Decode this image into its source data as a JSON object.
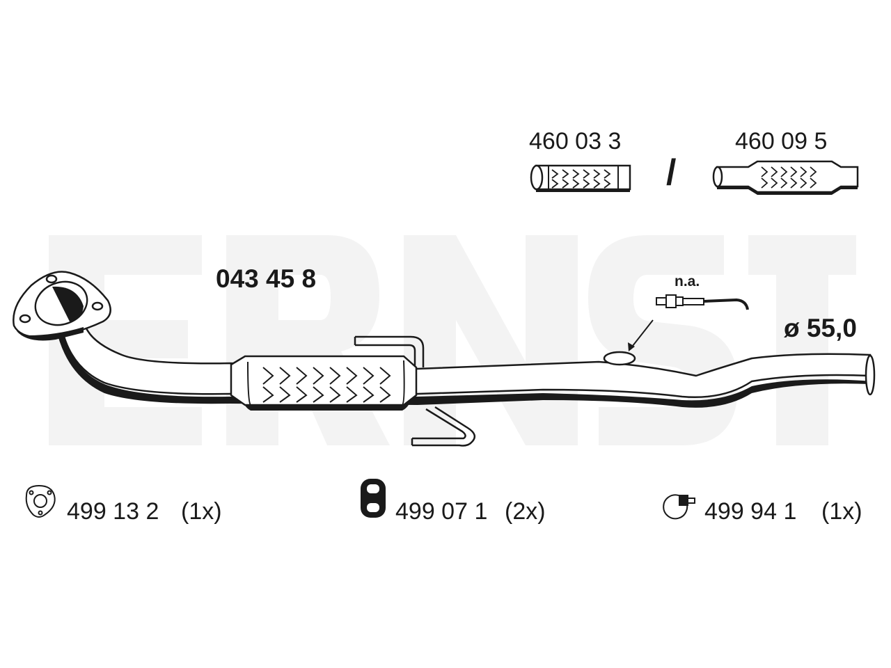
{
  "brand_watermark": "ERNST",
  "part_number": "043 45 8",
  "diameter": "ø 55,0",
  "sensor_note": "n.a.",
  "flex_options": {
    "left": "460 03 3",
    "separator": "/",
    "right": "460 09 5"
  },
  "kit_items": [
    {
      "number": "499 13 2",
      "qty": "(1x)",
      "icon": "gasket-icon"
    },
    {
      "number": "499 07 1",
      "qty": "(2x)",
      "icon": "rubber-hanger-icon"
    },
    {
      "number": "499 94 1",
      "qty": "(1x)",
      "icon": "pipe-clamp-icon"
    }
  ],
  "colors": {
    "outline": "#1a1a1a",
    "watermark": "#f3f3f3",
    "fill": "#ffffff"
  }
}
